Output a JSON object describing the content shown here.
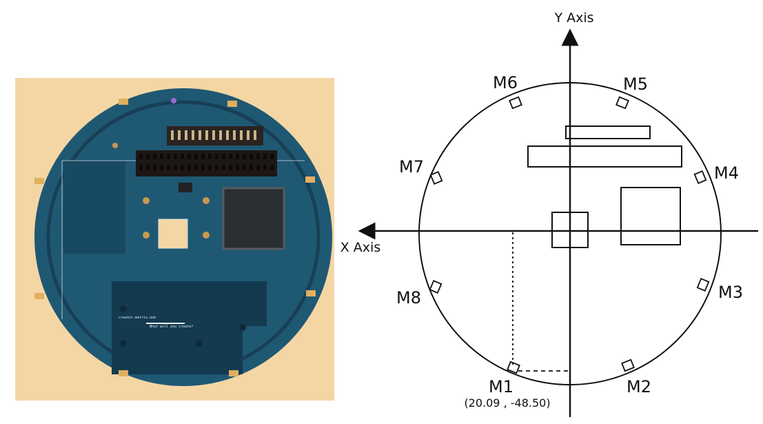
{
  "photo": {
    "silkscreen_url": "creator.matrix.one",
    "silkscreen_tagline": "What will you create?"
  },
  "diagram": {
    "y_axis_label": "Y Axis",
    "x_axis_label": "X Axis",
    "microphones": [
      "M1",
      "M2",
      "M3",
      "M4",
      "M5",
      "M6",
      "M7",
      "M8"
    ],
    "m1_coordinates": "(20.09 , -48.50)"
  },
  "colors": {
    "board_blue": "#1f5873",
    "board_dark": "#153f55",
    "background_wood": "#f4d6a4",
    "line": "#111111"
  }
}
